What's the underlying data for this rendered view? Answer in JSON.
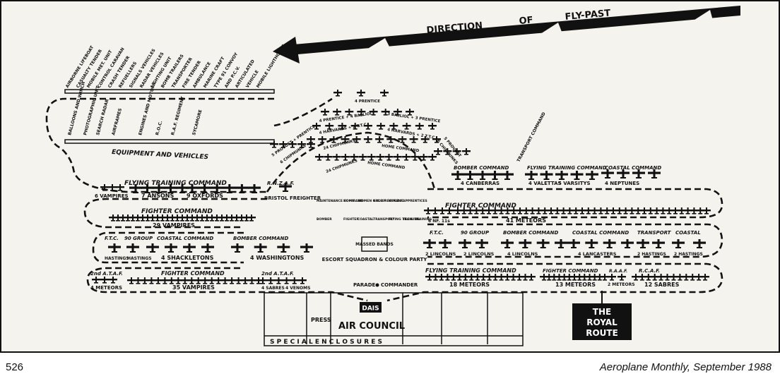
{
  "header": {
    "direction": "DIRECTION",
    "of": "OF",
    "flypast": "FLY-PAST"
  },
  "vehicles": {
    "caption": "EQUIPMENT AND VEHICLES",
    "top_labels": [
      "AIRBORNE LIFEBOAT",
      "CASUALTY TENDER",
      "MOBILE MET. UNIT",
      "CONTROL CARAVAN",
      "CRASH TENDER",
      "REFUELLERS",
      "SIGNALS VEHICLES",
      "RADAR VEHICLES",
      "LIGHTING UNIT",
      "BOMB TRAILERS",
      "TRANSPORTER",
      "FIRE TENDER",
      "AMBULANCE",
      "MARINE CRAFT",
      "TYPE 91 CONVOY",
      "AND P.C.V.",
      "ARTICULATED",
      "VEHICLE",
      "MOBILE LIGHTHOUSE"
    ],
    "lower_labels": [
      "BALLOONS AND WINCH",
      "PHOTOGRAPHIC UNIT",
      "SEARCH RADAR",
      "AIRFRAMES",
      "ENGINES AND MOTORS",
      "R.O.C.",
      "R.A.F. REGIMENT",
      "SYCAMORE"
    ]
  },
  "training": {
    "prentice": "4 PRENTICE",
    "balliol_row": [
      "4 PRENTICE + 4 BALLIOL",
      "3 BALLIOL + 3 PRENTICE"
    ],
    "harvard_row": [
      "4 HARVARDS + 2 T.T.C",
      "4 HARVARDS + 2 T.T.C"
    ],
    "chipmunk_row": [
      "24 CHIPMUNKS",
      "HOME COMMAND"
    ],
    "chipmunk_row2": [
      "24 CHIPMUNKS",
      "HOME COMMAND"
    ],
    "left_group": [
      "5 PROVOST + PRENTICE",
      "6 CHIPMUNKS"
    ],
    "right_group": [
      "5 PROVOST",
      "6 CHIPMUNKS"
    ]
  },
  "left_rows": {
    "ftc_header": "FLYING TRAINING COMMAND",
    "rnzaf": "R.N.Z.A.F.",
    "ftc_counts": [
      "6 VAMPIRES",
      "7 ANSONS",
      "9 OXFORDS",
      "BRISTOL FREIGHTER"
    ],
    "fighter_header": "FIGHTER COMMAND",
    "fighter_count": "29 VAMPIRES",
    "row3_headers": [
      "F.T.C.",
      "90 GROUP",
      "COASTAL COMMAND",
      "BOMBER COMMAND"
    ],
    "row3_counts": [
      "HASTINGS",
      "HASTINGS",
      "4 SHACKLETONS",
      "4 WASHINGTONS"
    ],
    "row4_headers": [
      "2nd A.T.A.F.",
      "FIGHTER COMMAND",
      "2nd A.T.A.F."
    ],
    "row4_counts": [
      "4 METEORS",
      "35 VAMPIRES",
      "4 SABRES",
      "4 VENOMS"
    ]
  },
  "right_rows": {
    "transport_command": "TRANSPORT COMMAND",
    "top_headers": [
      "BOMBER COMMAND",
      "FLYING TRAINING COMMAND",
      "COASTAL COMMAND"
    ],
    "top_counts": [
      "4 CANBERRAS",
      "4 VALETTAS",
      "5 VARSITYS",
      "4 NEPTUNES"
    ],
    "fighter_header": "FIGHTER COMMAND",
    "fighter_counts": [
      "6 NF. 11s",
      "41 METEORS"
    ],
    "row3_headers": [
      "F.T.C.",
      "90 GROUP",
      "BOMBER COMMAND",
      "COASTAL COMMAND",
      "TRANSPORT",
      "COASTAL"
    ],
    "row3_counts": [
      "2 LINCOLNS",
      "2 LINCOLNS",
      "4 LINCOLNS",
      "4 LANCASTERS",
      "2 HASTINGS",
      "2 HASTINGS"
    ],
    "row4_headers": [
      "FLYING TRAINING COMMAND",
      "FIGHTER COMMAND",
      "R.A.A.F.",
      "R.C.A.F."
    ],
    "row4_counts": [
      "18 METEORS",
      "13 METEORS",
      "2 METEORS",
      "12 SABRES"
    ]
  },
  "centre": {
    "commands_top": [
      "MAINTENANCE COMMAND",
      "HOME",
      "WOMEN GROUP",
      "R.A.F. REGIMENT",
      "W.R.A.F.",
      "APPRENTICES"
    ],
    "commands_bottom": [
      "BOMBER",
      "FIGHTER",
      "COASTAL",
      "TRANSPORT",
      "FLYING TRAINING",
      "TECH. TRAINING"
    ],
    "bands": "MASSED BANDS",
    "escort": "ESCORT SQUADRON & COLOUR PARTY",
    "parade": "PARADE",
    "commander": "COMMANDER"
  },
  "enclosure": {
    "dais": "DAIS",
    "air_council": "AIR COUNCIL",
    "press": "PRESS",
    "special": "S P E C I A L   E N C L O S U R E S"
  },
  "royal_route": [
    "THE",
    "ROYAL",
    "ROUTE"
  ],
  "footer": {
    "page": "526",
    "publication": "Aeroplane Monthly, September 1988"
  }
}
